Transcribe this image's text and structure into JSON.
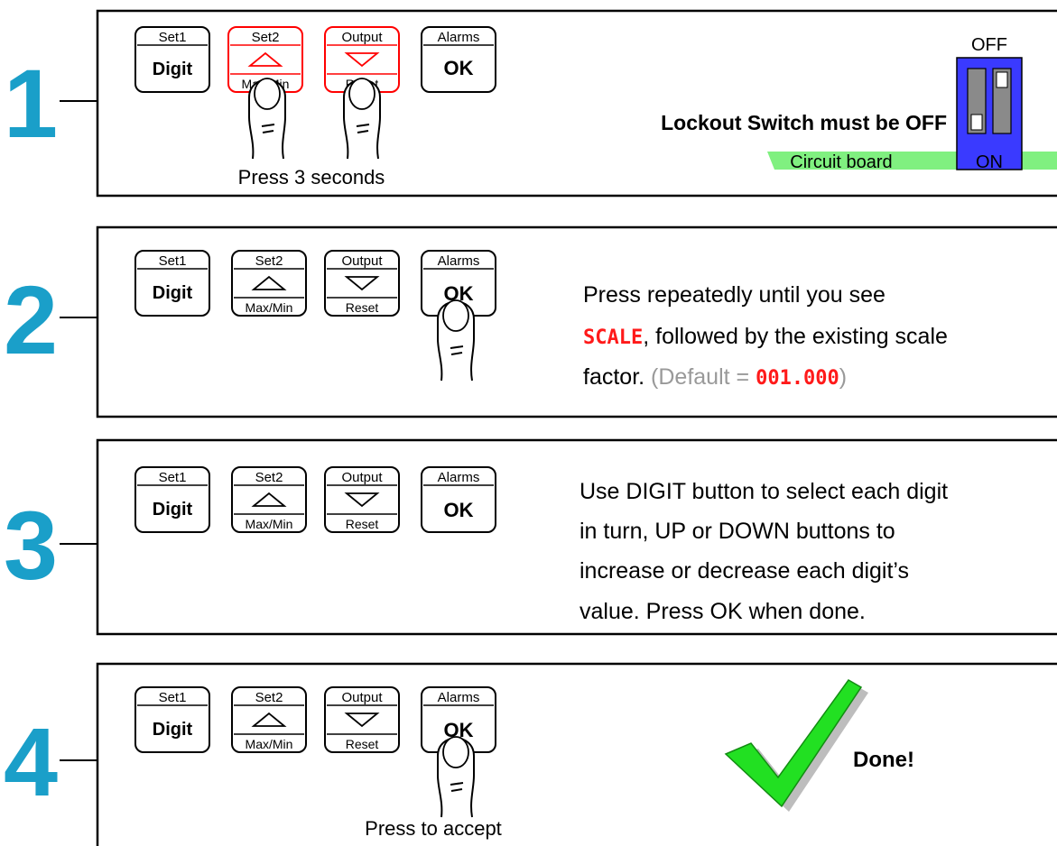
{
  "buttons": {
    "b1": {
      "top": "Set1",
      "main": "Digit"
    },
    "b2": {
      "top": "Set2",
      "bottom": "Max/Min"
    },
    "b3": {
      "top": "Output",
      "bottom": "Reset"
    },
    "b4": {
      "top": "Alarms",
      "main": "OK"
    }
  },
  "steps": [
    {
      "number": "1",
      "caption": "Press 3 seconds",
      "text": "Lockout Switch must be OFF",
      "switch": {
        "off_label": "OFF",
        "on_label": "ON",
        "board_label": "Circuit board"
      }
    },
    {
      "number": "2",
      "line1": "Press repeatedly until you see",
      "display_scale": "SCALE",
      "line2_rest": ", followed by the existing scale",
      "line3_start": "factor.",
      "default_prefix": "(Default = ",
      "default_value": "001.000",
      "default_suffix": ")"
    },
    {
      "number": "3",
      "lines": [
        "Use DIGIT button to select each digit",
        "in turn, UP or DOWN buttons to",
        "increase or decrease each digit’s",
        "value. Press OK when done."
      ]
    },
    {
      "number": "4",
      "caption": "Press to accept",
      "done": "Done!"
    }
  ],
  "colors": {
    "step_number": "#1a9fc9",
    "highlight": "#ff0000",
    "switch_body": "#3333ff",
    "board": "#80f080",
    "check": "#22e022",
    "default_gray": "#999999"
  }
}
